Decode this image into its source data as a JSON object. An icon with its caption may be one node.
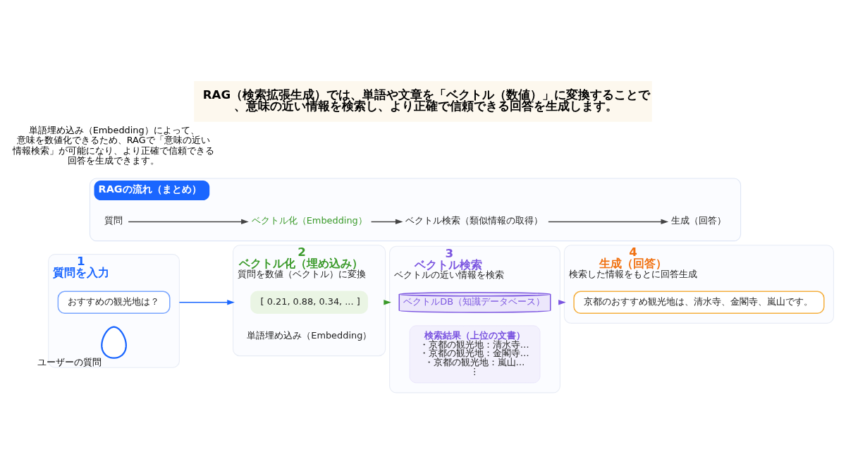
{
  "diagram": {
    "title": "RAG（検索拡張生成）では、単語や文章を「ベクトル（数値）」に変換することで、意味の近い情報を検索し、より正確で信頼できる回答を生成します。",
    "nodes": [
      {
        "text": [
          "1",
          "質問を入力"
        ]
      },
      {
        "text": [
          "おすすめの観光地は？"
        ],
        "in": 0
      },
      {
        "text": [],
        "shape": "person",
        "in": 0,
        "beside": [
          "ユーザーの質問"
        ]
      },
      {
        "text": [
          "2",
          "ベクトル化（埋め込み）",
          "質問を数値（ベクトル）に変換"
        ]
      },
      {
        "text": [
          "[ 0.21, 0.88, 0.34, ... ]"
        ],
        "in": 3
      },
      {
        "text": [
          "単語埋め込み（Embedding）"
        ],
        "in": 3
      },
      {
        "text": [
          "3",
          "ベクトル検索",
          "ベクトルの近い情報を検索"
        ]
      },
      {
        "text": [
          "ベクトルDB（知識データベース）"
        ],
        "in": 6
      },
      {
        "text": [
          "検索結果（上位の文書）",
          "・京都の観光地：清水寺…",
          "・京都の観光地：金閣寺…",
          "・京都の観光地：嵐山…",
          "⋮"
        ],
        "in": 6
      },
      {
        "text": [
          "4",
          "生成（回答）",
          "検索した情報をもとに回答生成"
        ]
      },
      {
        "text": [
          "京都のおすすめ観光地は、清水寺、金閣寺、嵐山です。"
        ],
        "in": 9
      },
      {
        "text": [
          "RAGの流れ（まとめ）"
        ]
      },
      {
        "text": [
          "質問"
        ],
        "in": 11
      },
      {
        "text": [
          "ベクトル化（Embedding）"
        ],
        "in": 11
      },
      {
        "text": [
          "ベクトル検索（類似情報の取得）"
        ],
        "in": 11
      },
      {
        "text": [
          "生成（回答）"
        ],
        "in": 11
      }
    ],
    "edges": [
      {
        "from": 0,
        "to": 3,
        "arrow": "to",
        "color": "#1a66ff"
      },
      {
        "from": 3,
        "to": 6,
        "arrow": "to",
        "color": "#3a9a2a"
      },
      {
        "from": 6,
        "to": 9,
        "arrow": "to",
        "color": "#7b55e0"
      },
      {
        "from": 12,
        "to": 13,
        "arrow": "to"
      },
      {
        "from": 13,
        "to": 14,
        "arrow": "to"
      },
      {
        "from": 14,
        "to": 15,
        "arrow": "to"
      }
    ],
    "labels": [
      "単語埋め込み（Embedding）によって、意味を数値化できるため、RAGで「意味の近い情報検索」が可能になり、より正確で信頼できる回答を生成できます。"
    ]
  }
}
